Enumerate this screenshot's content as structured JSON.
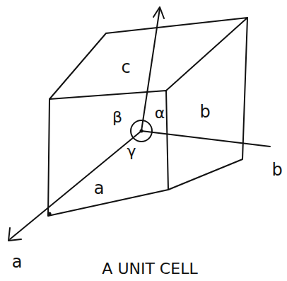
{
  "diagram": {
    "caption": "A UNIT CELL",
    "labels": [
      "c",
      "b",
      "b",
      "a",
      "a",
      "β",
      "α",
      "γ"
    ]
  }
}
